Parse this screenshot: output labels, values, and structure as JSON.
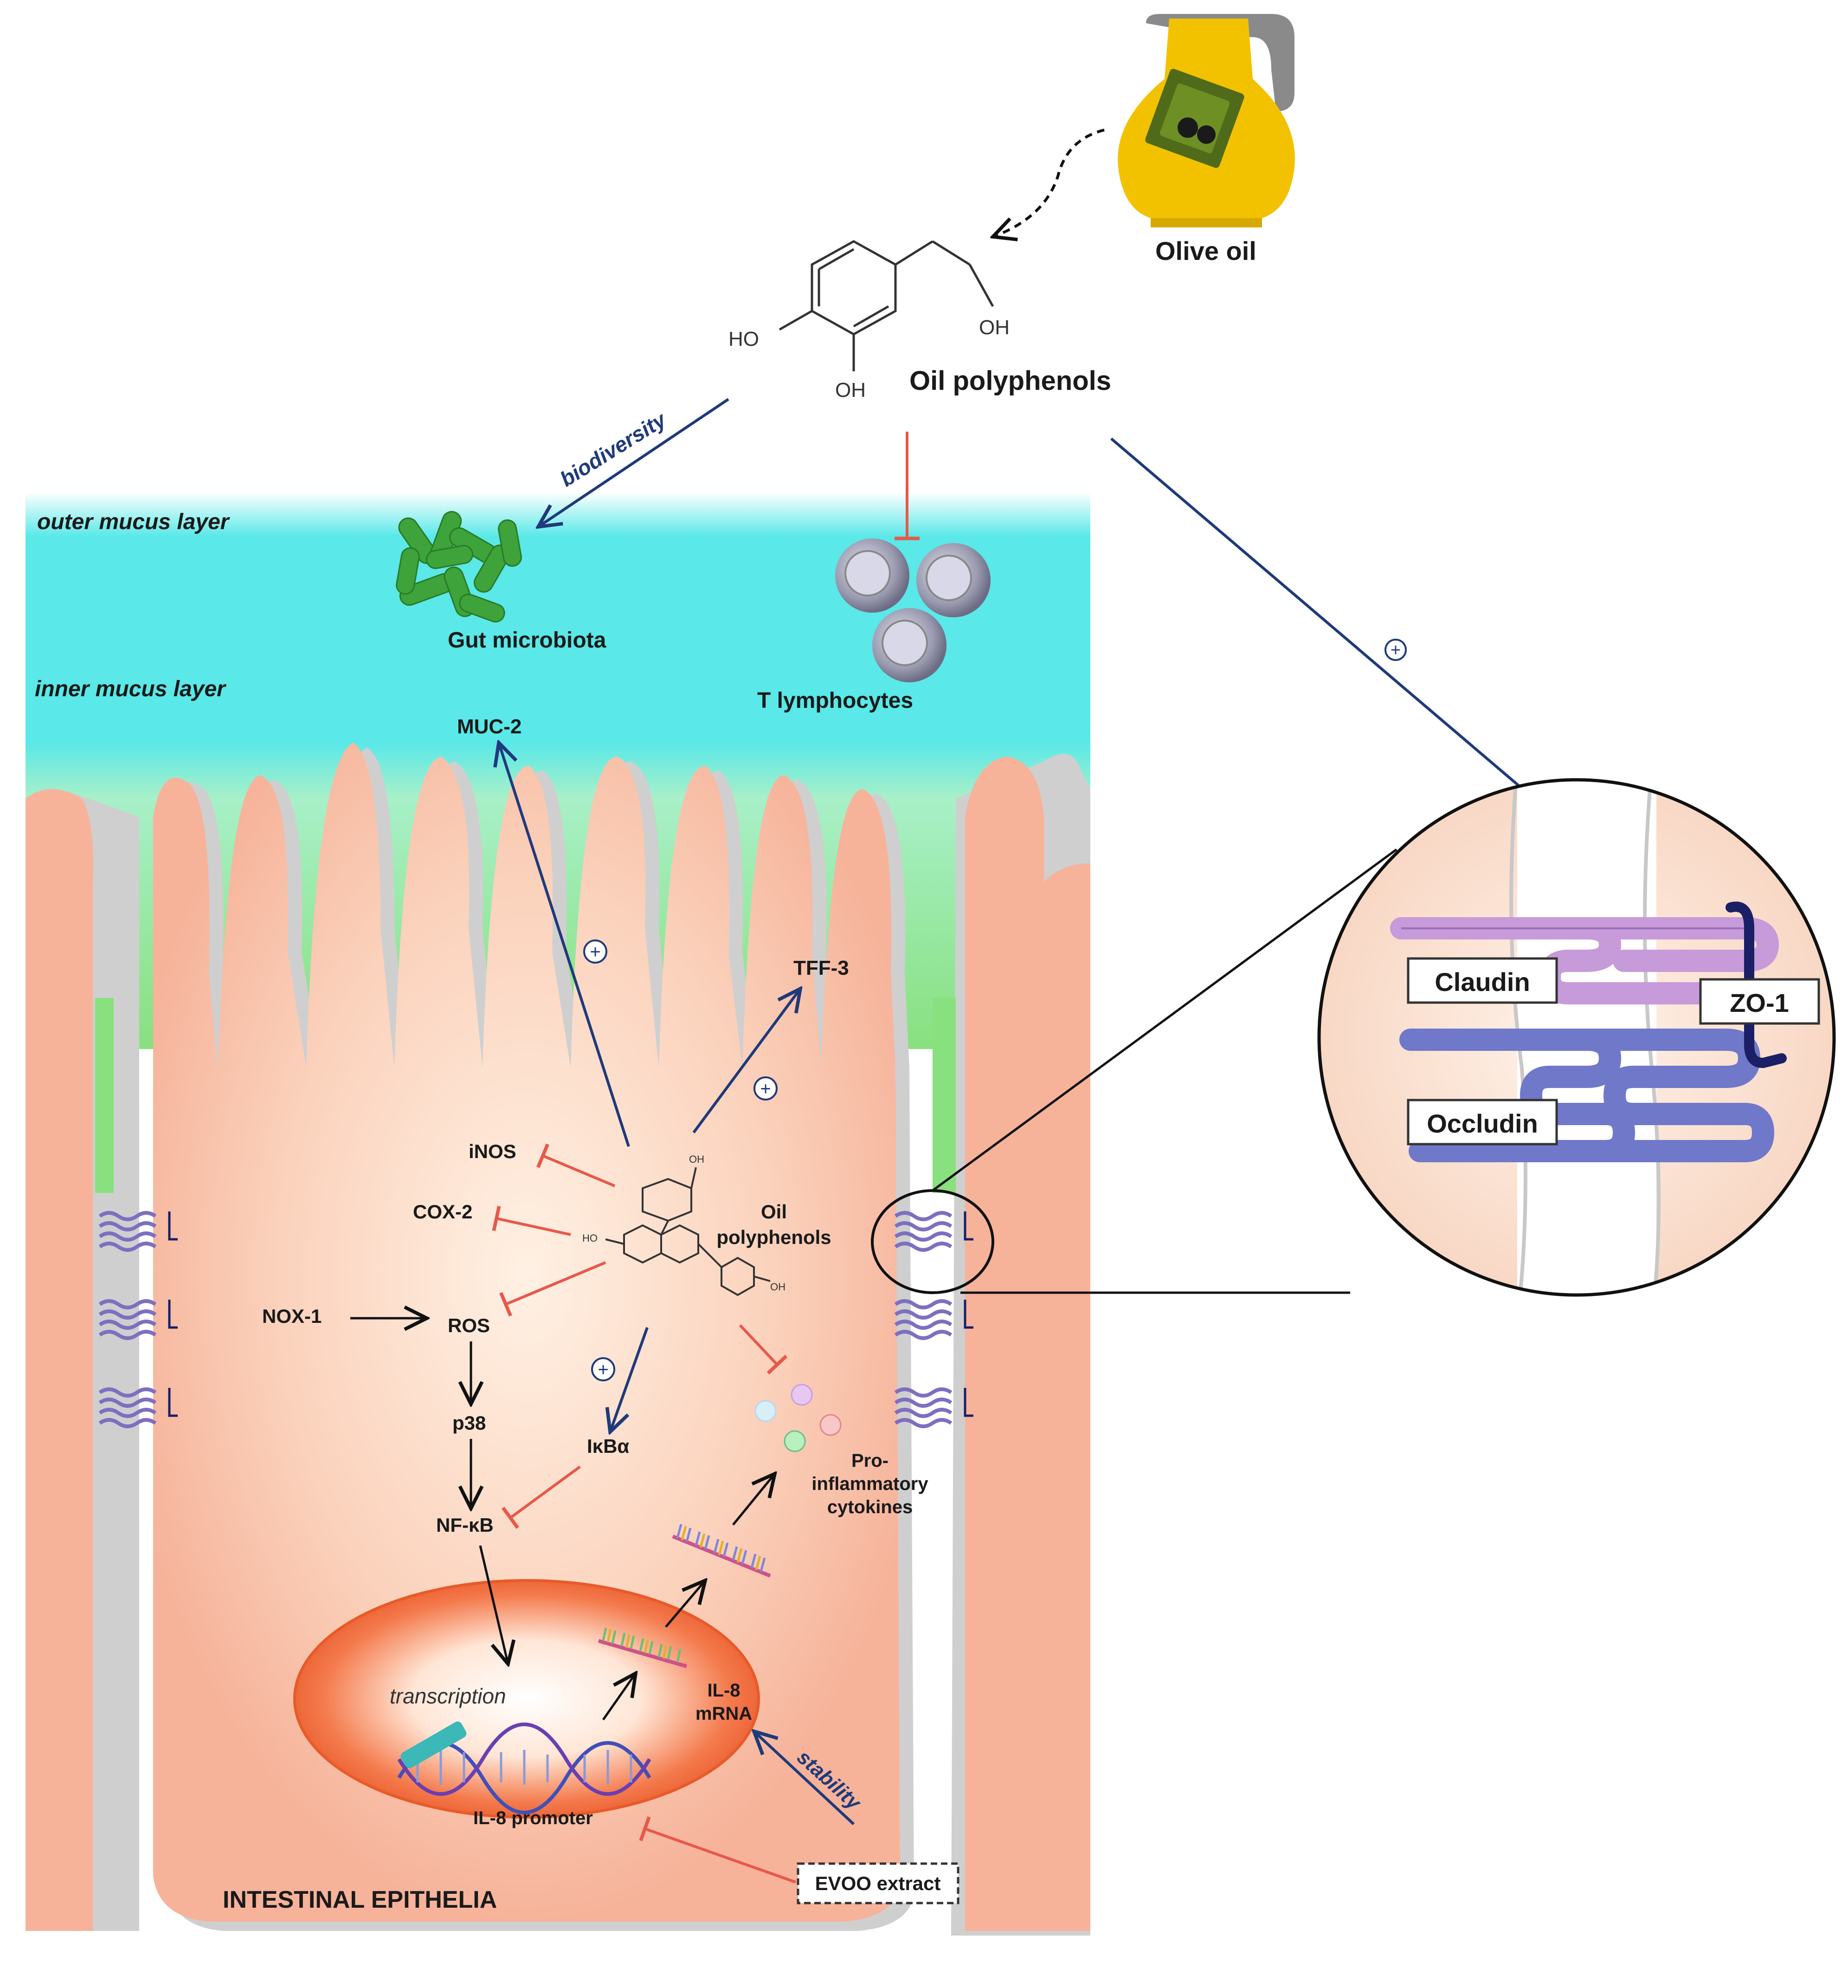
{
  "labels": {
    "olive_oil": "Olive oil",
    "oil_polyphenols_top": "Oil polyphenols",
    "biodiversity": "biodiversity",
    "outer_mucus": "outer mucus layer",
    "inner_mucus": "inner mucus layer",
    "gut_microbiota": "Gut microbiota",
    "t_lymphocytes": "T lymphocytes",
    "muc2": "MUC-2",
    "tff3": "TFF-3",
    "inos": "iNOS",
    "cox2": "COX-2",
    "nox1": "NOX-1",
    "ros": "ROS",
    "p38": "p38",
    "nfkb": "NF-κB",
    "ikba": "IκBα",
    "oil_polyphenols_cell_1": "Oil",
    "oil_polyphenols_cell_2": "polyphenols",
    "proinflam_1": "Pro-",
    "proinflam_2": "inflammatory",
    "proinflam_3": "cytokines",
    "transcription": "transcription",
    "il8_mrna_1": "IL-8",
    "il8_mrna_2": "mRNA",
    "il8_promoter": "IL-8 promoter",
    "stability": "stability",
    "evoo_extract": "EVOO extract",
    "intestinal_epithelia": "INTESTINAL EPITHELIA",
    "claudin": "Claudin",
    "occludin": "Occludin",
    "zo1": "ZO-1",
    "plus": "+",
    "ho": "HO",
    "oh": "OH"
  },
  "colors": {
    "activation_arrow": "#1f3a7a",
    "inhibition_arrow": "#e8584a",
    "black_arrow": "#111111",
    "cell": "#f6b39a",
    "mucus_outer": "#58e6e6",
    "mucus_inner": "#8ee08a",
    "olive_jar": "#f2c200",
    "bacteria": "#3da33a",
    "claudin": "#c79ad9",
    "occludin": "#6f78c9",
    "zo1": "#1a1f66"
  },
  "icons": {
    "olive_oil": "oil-jar-icon",
    "bacteria": "bacteria-icon",
    "t_cell": "lymphocyte-icon",
    "dna": "dna-helix-icon",
    "mrna": "mrna-strand-icon",
    "cytokine": "cytokine-dot-icon"
  }
}
